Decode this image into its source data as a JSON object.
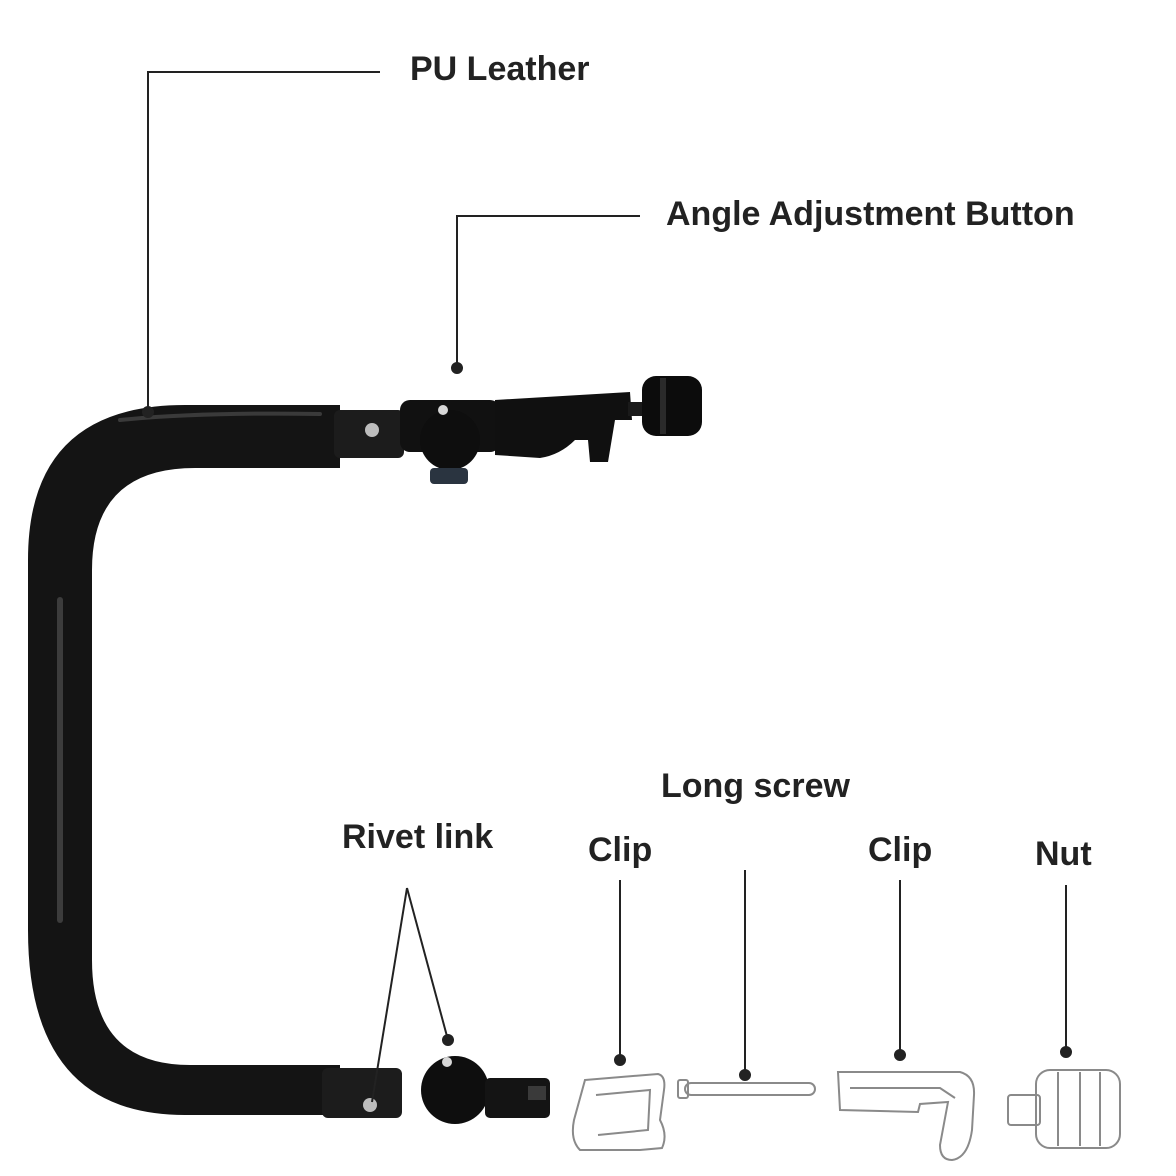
{
  "labels": {
    "pu_leather": "PU Leather",
    "angle_button": "Angle Adjustment Button",
    "long_screw": "Long screw",
    "rivet_link": "Rivet link",
    "clip_left": "Clip",
    "clip_right": "Clip",
    "nut": "Nut"
  },
  "colors": {
    "background": "#ffffff",
    "text": "#222222",
    "leader_line": "#222222",
    "bar": "#101010",
    "part_outline": "#8a8a8a"
  }
}
